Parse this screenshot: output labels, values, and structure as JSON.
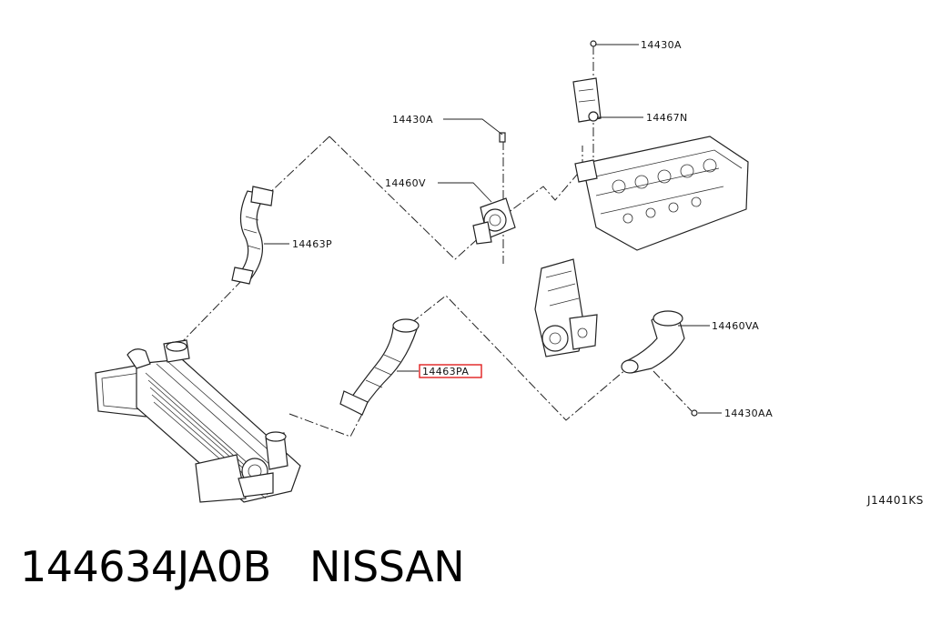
{
  "callouts": {
    "p14430A_top": "14430A",
    "p14467N": "14467N",
    "p14430A_mid": "14430A",
    "p14460V": "14460V",
    "p14463P": "14463P",
    "p14460VA": "14460VA",
    "p14463PA": "14463PA",
    "p14430AA": "14430AA"
  },
  "highlight_color": "#e02020",
  "diagram_code": "J14401KS",
  "footer": {
    "part_number": "144634JA0B",
    "brand": "NISSAN"
  }
}
